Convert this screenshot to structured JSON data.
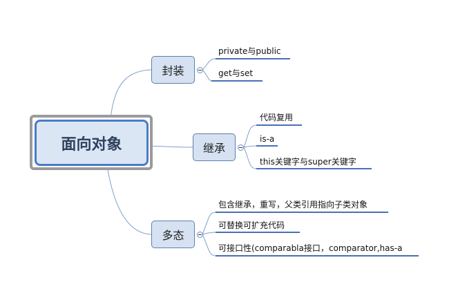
{
  "root": {
    "label": "面向对象"
  },
  "topics": [
    {
      "label": "封装",
      "leaves": [
        "private与public",
        "get与set"
      ]
    },
    {
      "label": "继承",
      "leaves": [
        "代码复用",
        "is-a",
        "this关键字与super关键字"
      ]
    },
    {
      "label": "多态",
      "leaves": [
        "包含继承，重写，父类引用指向子类对象",
        "可替换可扩充代码",
        "可接口性(comparabla接口，comparator,has-a"
      ]
    }
  ],
  "colors": {
    "connector": "#7f9fd0",
    "underline": "#4a6fb5",
    "node_border": "#5b7fb0",
    "node_fill": "#d6e2f1"
  }
}
